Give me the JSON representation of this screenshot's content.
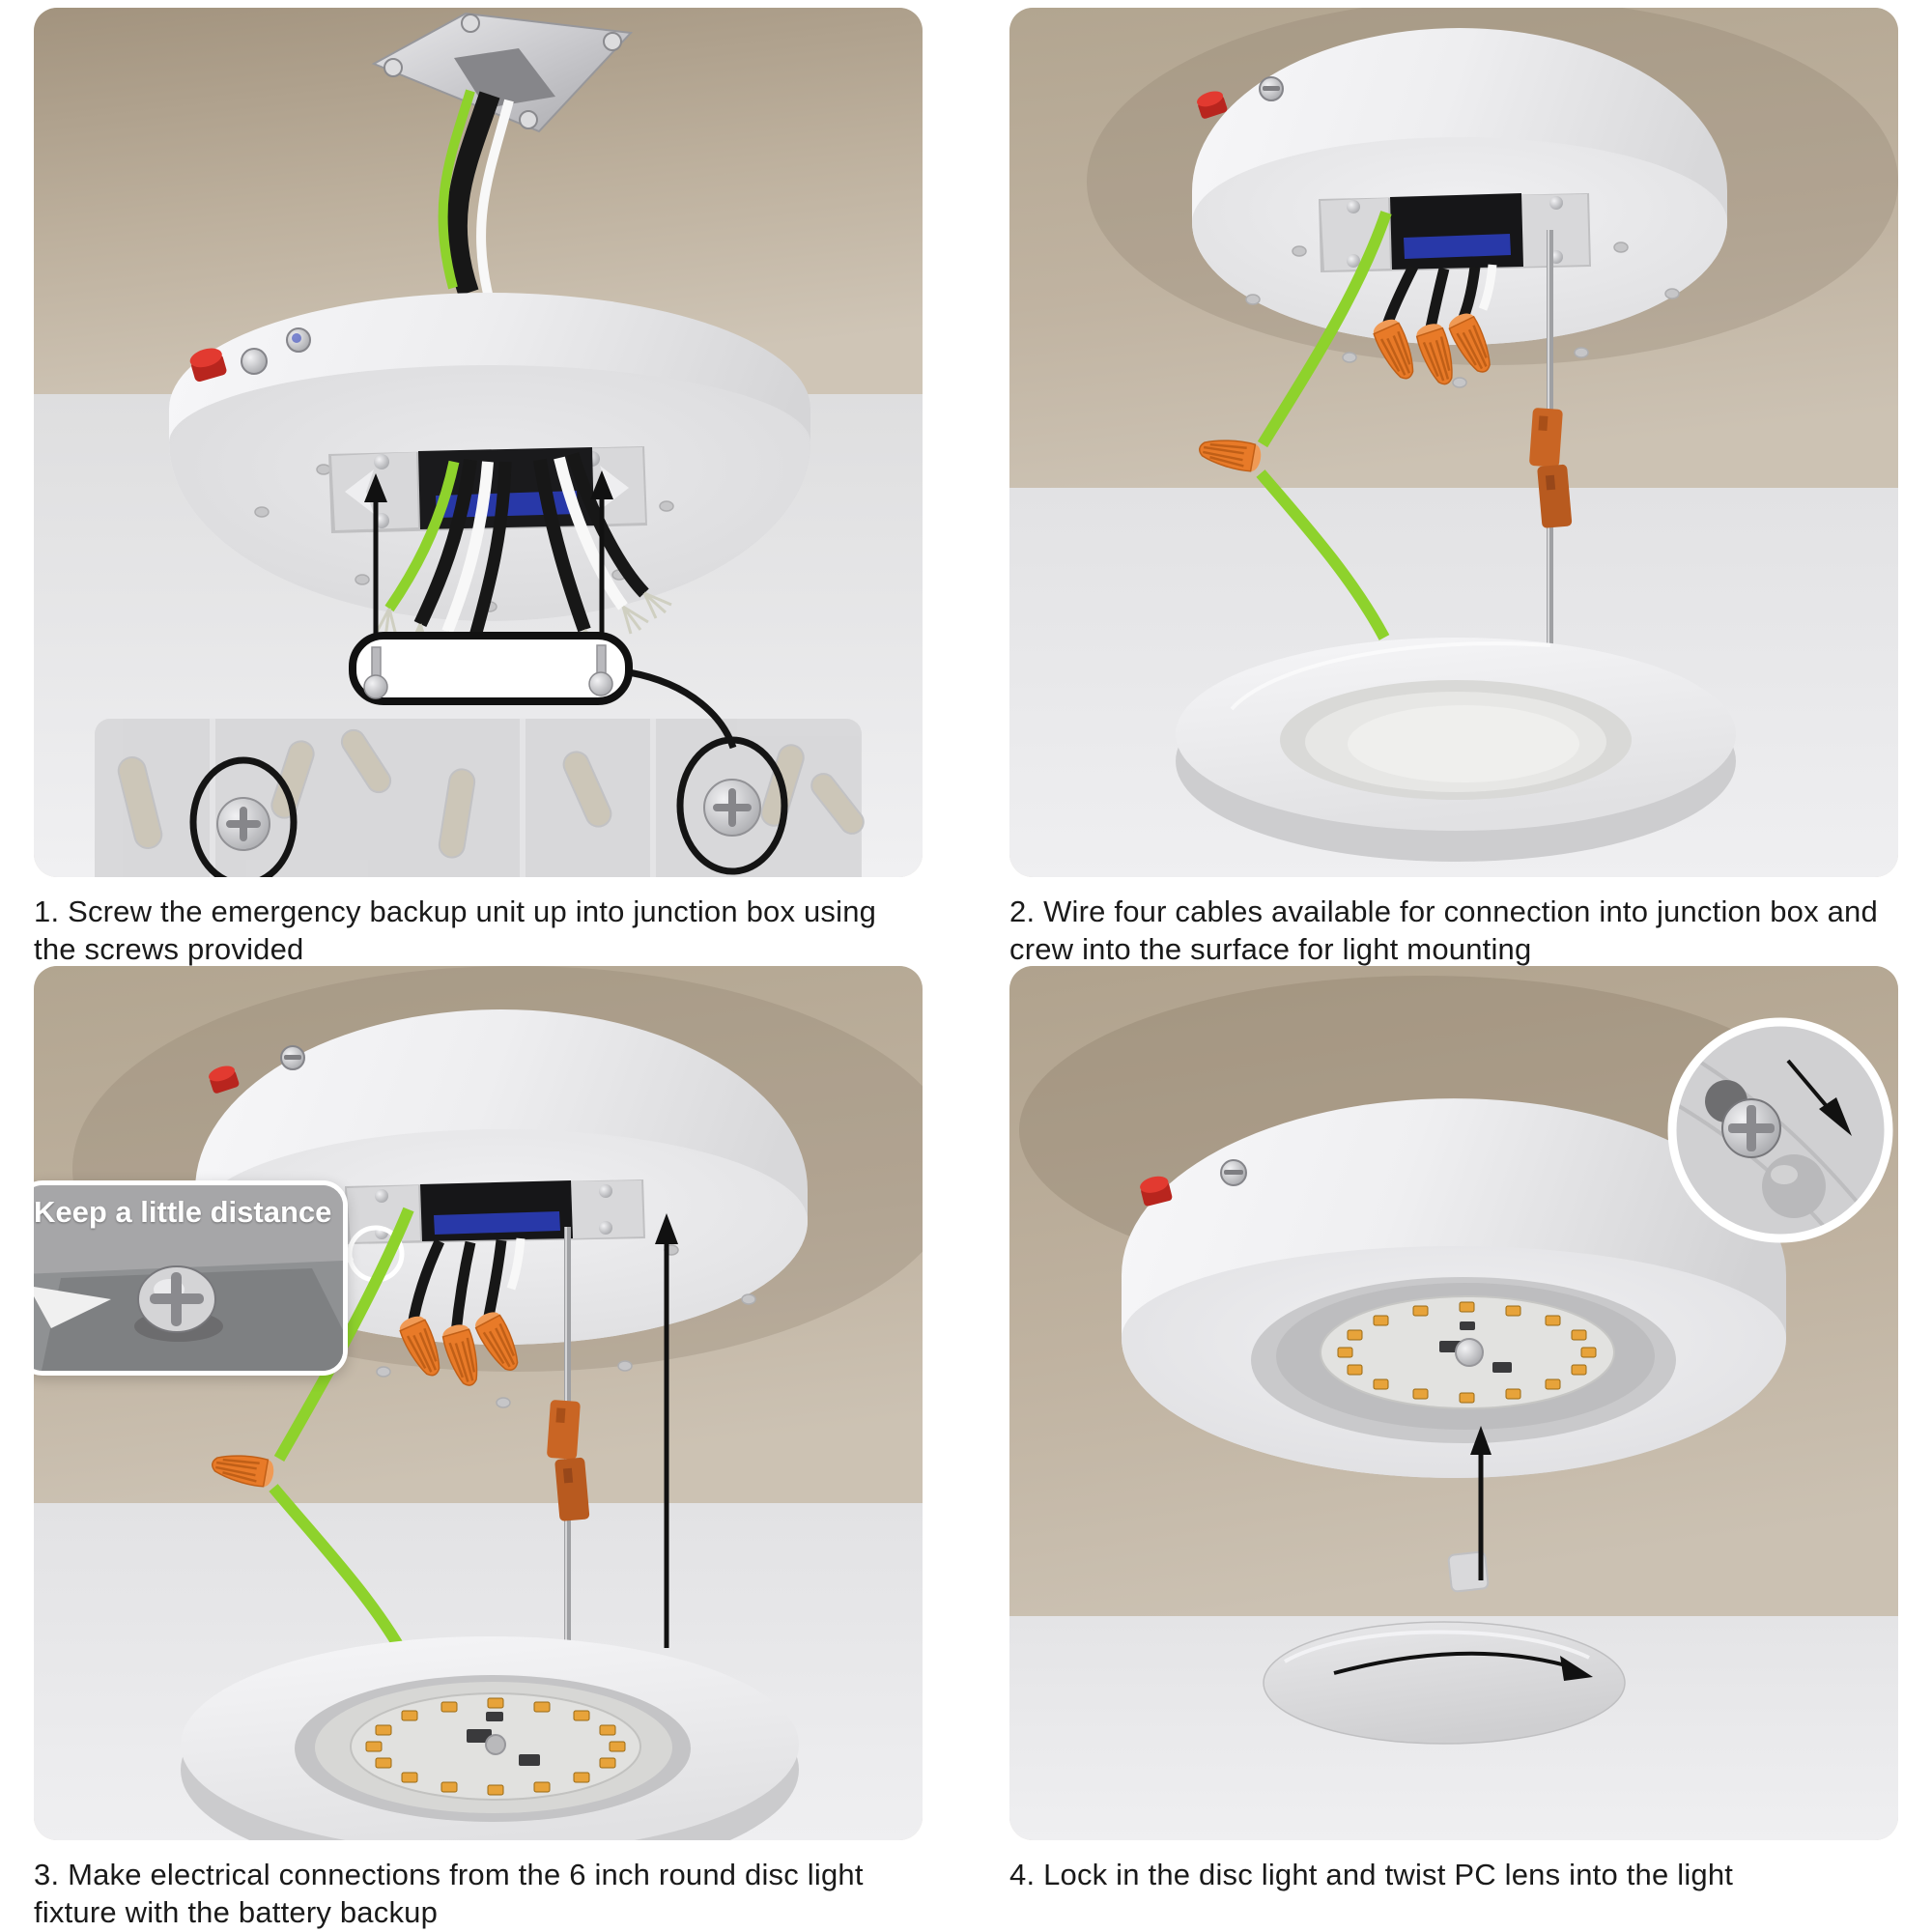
{
  "steps": [
    {
      "number": "1",
      "caption": "1. Screw the emergency backup unit up into junction box using the screws provided"
    },
    {
      "number": "2",
      "caption": "2. Wire four cables available for connection into junction box and crew into the surface for light mounting"
    },
    {
      "number": "3",
      "caption": "3. Make electrical connections from the 6 inch round disc light fixture with the battery backup",
      "callout": "Keep a little distance"
    },
    {
      "number": "4",
      "caption": "4. Lock in the disc light and twist PC lens into the light"
    }
  ],
  "colors": {
    "ceiling_tan": "#bcaf9c",
    "wall_grey": "#e5e5e7",
    "fixture_white": "#f2f2f4",
    "wire_green": "#8ed22c",
    "wire_black": "#171717",
    "wire_white": "#f8f8f8",
    "wire_nut_orange": "#e87a28",
    "cable_connector_orange": "#c96524",
    "test_button_red": "#d62f26",
    "terminal_blue": "#2838a8",
    "led_amber": "#e7a33a",
    "annotation_black": "#111111",
    "callout_border_white": "#ffffff"
  },
  "icons": {
    "up-arrow-icon": "↑",
    "down-right-arrow-icon": "↘",
    "twist-arrow-icon": "⟳",
    "magnifier-inset": "zoom-circle",
    "highlight-circle": "O"
  }
}
